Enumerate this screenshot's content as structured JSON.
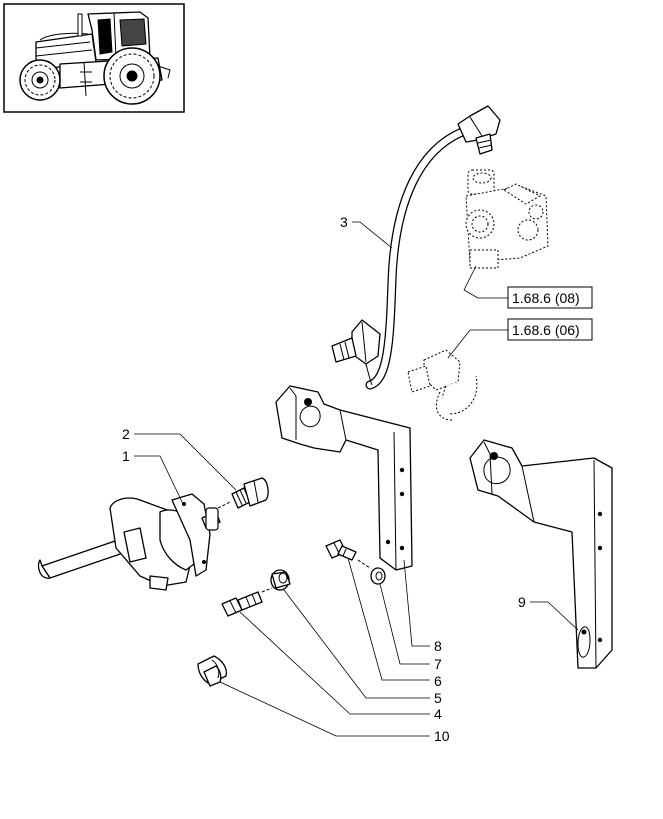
{
  "thumbnail": {
    "icon": "tractor-icon"
  },
  "callouts": {
    "c1": "1",
    "c2": "2",
    "c3": "3",
    "c4": "4",
    "c5": "5",
    "c6": "6",
    "c7": "7",
    "c8": "8",
    "c9": "9",
    "c10": "10"
  },
  "references": {
    "ref_08": "1.68.6 (08)",
    "ref_06": "1.68.6 (06)"
  }
}
